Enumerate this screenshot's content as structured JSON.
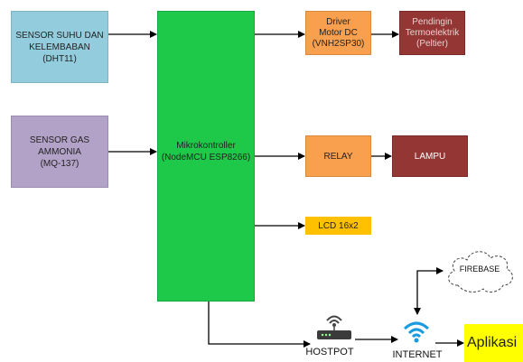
{
  "blocks": {
    "dht": {
      "label": "SENSOR SUHU DAN\nKELEMBABAN\n(DHT11)",
      "color": "#93cddd"
    },
    "mq": {
      "label": "SENSOR GAS AMMONIA\n(MQ-137)",
      "color": "#b3a2c7"
    },
    "mcu": {
      "label": "Mikrokontroller\n(NodeMCU ESP8266)",
      "color": "#1ec94a"
    },
    "driver": {
      "label": "Driver\nMotor DC\n(VNH2SP30)",
      "color": "#f9a04e"
    },
    "peltier": {
      "label": "Pendingin\nTermoelektrik\n(Peltier)",
      "color": "#943634"
    },
    "relay": {
      "label": "RELAY",
      "color": "#f9a04e"
    },
    "lampu": {
      "label": "LAMPU",
      "color": "#943634"
    },
    "lcd": {
      "label": "LCD 16x2",
      "color": "#ffc000"
    },
    "aplikasi": {
      "label": "Aplikasi",
      "color": "#ffff00"
    }
  },
  "nodes": {
    "firebase": {
      "label": "FIREBASE",
      "icon": "cloud-icon"
    },
    "hostpot": {
      "label": "HOSTPOT",
      "icon": "router-icon"
    },
    "internet": {
      "label": "INTERNET",
      "icon": "wifi-icon",
      "color": "#1a9be0"
    }
  }
}
